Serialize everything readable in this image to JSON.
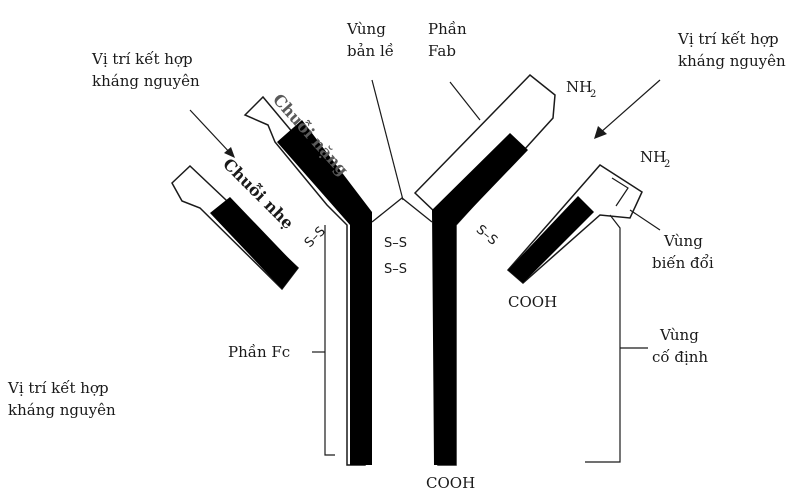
{
  "labels": {
    "antigen_site_left": [
      "Vị trí kết hợp",
      "kháng nguyên"
    ],
    "antigen_site_right": [
      "Vị trí kết hợp",
      "kháng nguyên"
    ],
    "antigen_site_bottom": [
      "Vị trí kết hợp",
      "kháng nguyên"
    ],
    "hinge_region": [
      "Vùng",
      "bản lề"
    ],
    "fab_part": [
      "Phần",
      "Fab"
    ],
    "fc_part": "Phần Fc",
    "heavy_chain": "Chuỗi nặng",
    "light_chain": "Chuỗi nhẹ",
    "nh2_top": "NH",
    "nh2_right": "NH",
    "nh2_subscript": "2",
    "cooh_right": "COOH",
    "cooh_bottom": "COOH",
    "variable_region": [
      "Vùng",
      "biến đổi"
    ],
    "constant_region": [
      "Vùng",
      "cố định"
    ],
    "disulfide": "S–S"
  },
  "colors": {
    "constant": "#000000",
    "variable": "#ffffff",
    "line": "#1a1a1a"
  }
}
